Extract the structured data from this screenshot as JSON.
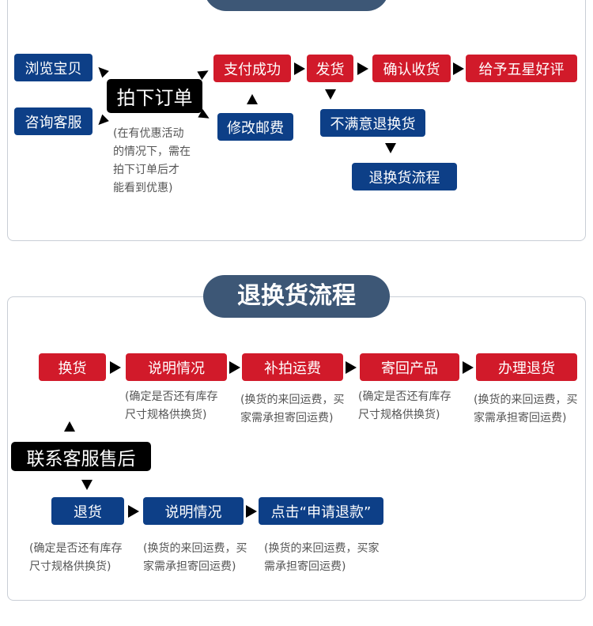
{
  "section1": {
    "title": "购物流程",
    "steps": {
      "browse": "浏览宝贝",
      "consult": "咨询客服",
      "order": "拍下订单",
      "paid": "支付成功",
      "modify_postage": "修改邮费",
      "ship": "发货",
      "confirm": "确认收货",
      "five_star": "给予五星好评",
      "unsatisfied": "不满意退换货",
      "return_flow": "退换货流程"
    },
    "order_note": "(在有优惠活动\n的情况下，需在\n拍下订单后才\n能看到优惠)"
  },
  "section2": {
    "title": "退换货流程",
    "contact": "联系客服售后",
    "exchange_row": {
      "steps": [
        "换货",
        "说明情况",
        "补拍运费",
        "寄回产品",
        "办理退货"
      ],
      "notes": [
        "(确定是否还有库存\n尺寸规格供换货)",
        "(换货的来回运费，买\n家需承担寄回运费)",
        "(确定是否还有库存\n尺寸规格供换货)",
        "(换货的来回运费，买\n家需承担寄回运费)"
      ]
    },
    "return_row": {
      "steps": [
        "退货",
        "说明情况",
        "点击“申请退款”"
      ],
      "notes": [
        "(确定是否还有库存\n尺寸规格供换货)",
        "(换货的来回运费，买\n家需承担寄回运费)",
        "(换货的来回运费，买家\n需承担寄回运费)"
      ]
    }
  },
  "colors": {
    "blue_box": "#0d3f87",
    "red_box": "#d11a2a",
    "title_pill": "#3d5776"
  }
}
